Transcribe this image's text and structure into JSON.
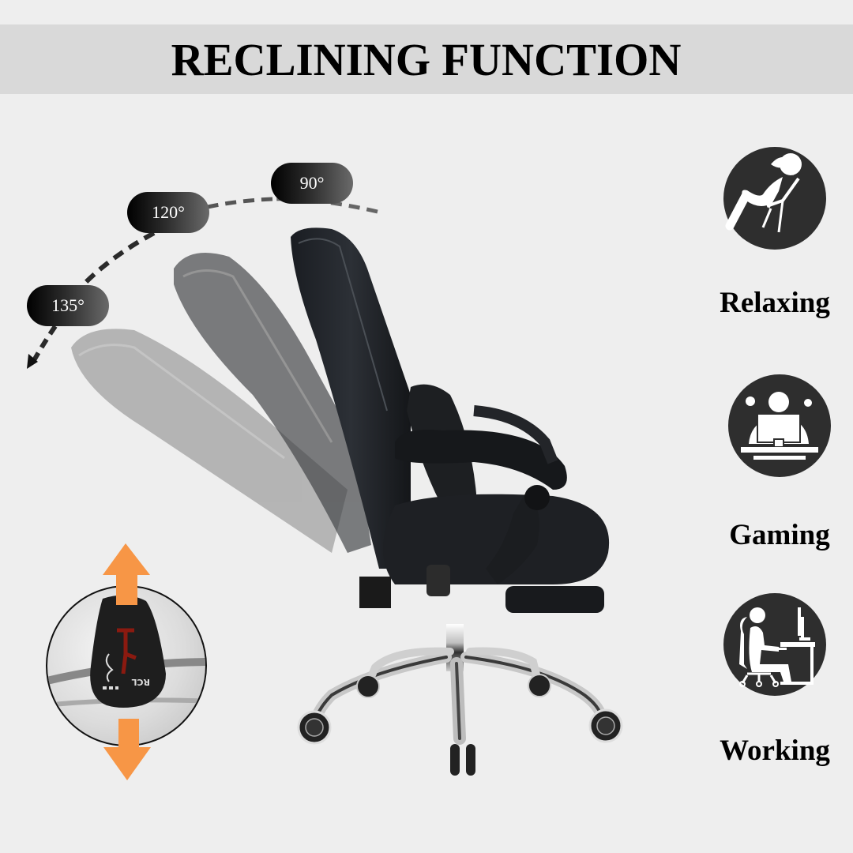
{
  "header": {
    "title": "RECLINING FUNCTION"
  },
  "angles": [
    {
      "label": "90°"
    },
    {
      "label": "120°"
    },
    {
      "label": "135°"
    }
  ],
  "modes": [
    {
      "label": "Relaxing",
      "icon": "relaxing-person-icon"
    },
    {
      "label": "Gaming",
      "icon": "gaming-monitor-icon"
    },
    {
      "label": "Working",
      "icon": "working-desk-icon"
    }
  ],
  "lever": {
    "text": "RCL",
    "arrow_color": "#f79646"
  },
  "colors": {
    "background": "#eeeeee",
    "header_band": "#d9d9d9",
    "icon_circle": "#2e2e2e",
    "arc_dark": "#2a2a2a",
    "arc_light": "#666666",
    "arrow_orange": "#f79646"
  }
}
